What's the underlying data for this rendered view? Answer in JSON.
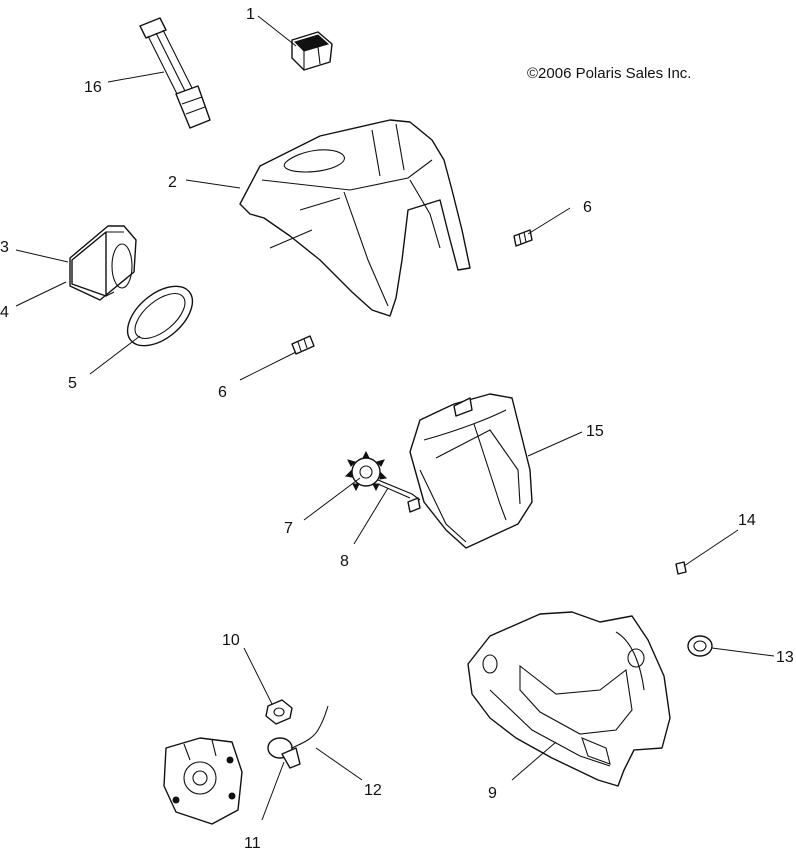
{
  "diagram": {
    "copyright": "©2006 Polaris Sales Inc.",
    "callouts": [
      {
        "id": "1",
        "label": "1"
      },
      {
        "id": "2",
        "label": "2"
      },
      {
        "id": "3",
        "label": "3"
      },
      {
        "id": "4",
        "label": "4"
      },
      {
        "id": "5",
        "label": "5"
      },
      {
        "id": "6a",
        "label": "6"
      },
      {
        "id": "6b",
        "label": "6"
      },
      {
        "id": "7",
        "label": "7"
      },
      {
        "id": "8",
        "label": "8"
      },
      {
        "id": "9",
        "label": "9"
      },
      {
        "id": "10",
        "label": "10"
      },
      {
        "id": "11",
        "label": "11"
      },
      {
        "id": "12",
        "label": "12"
      },
      {
        "id": "13",
        "label": "13"
      },
      {
        "id": "14",
        "label": "14"
      },
      {
        "id": "15",
        "label": "15"
      },
      {
        "id": "16",
        "label": "16"
      }
    ]
  }
}
